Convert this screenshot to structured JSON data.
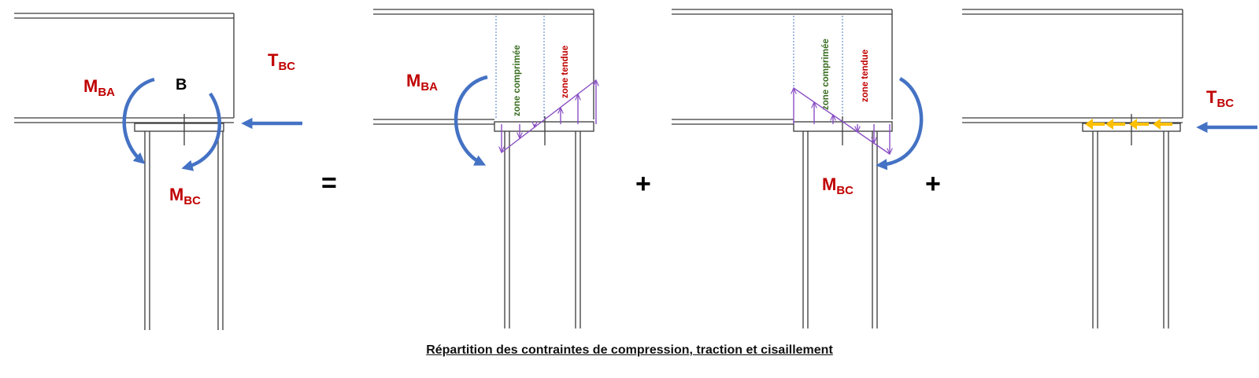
{
  "labels": {
    "m_ba": {
      "main": "M",
      "sub": "BA"
    },
    "m_bc": {
      "main": "M",
      "sub": "BC"
    },
    "t_bc": {
      "main": "T",
      "sub": "BC"
    },
    "node_b": "B",
    "zone_comprimee": "zone comprimée",
    "zone_tendue": "zone tendue"
  },
  "operators": {
    "equals": "=",
    "plus": "+"
  },
  "caption": "Répartition des contraintes de compression, traction et cisaillement",
  "colors": {
    "moment_arrow": "#4472c4",
    "label_red": "#c00000",
    "label_green": "#3a6e22",
    "stress_diagram": "#8a4fc4",
    "shear_arrow": "#ffc000"
  }
}
